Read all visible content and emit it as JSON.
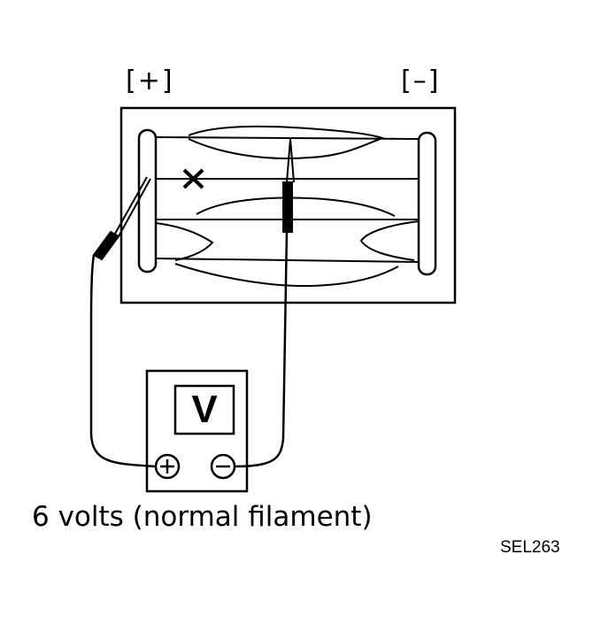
{
  "labels": {
    "positive_terminal": "[+]",
    "negative_terminal": "[–]",
    "meter": "V",
    "caption": "6 volts (normal filament)",
    "figure_code": "SEL263"
  },
  "icons": {
    "meter_plus": "plus-circle-icon",
    "meter_minus": "minus-circle-icon",
    "broken_wire": "x-mark-icon"
  },
  "colors": {
    "ink": "#000000",
    "background": "#ffffff"
  }
}
